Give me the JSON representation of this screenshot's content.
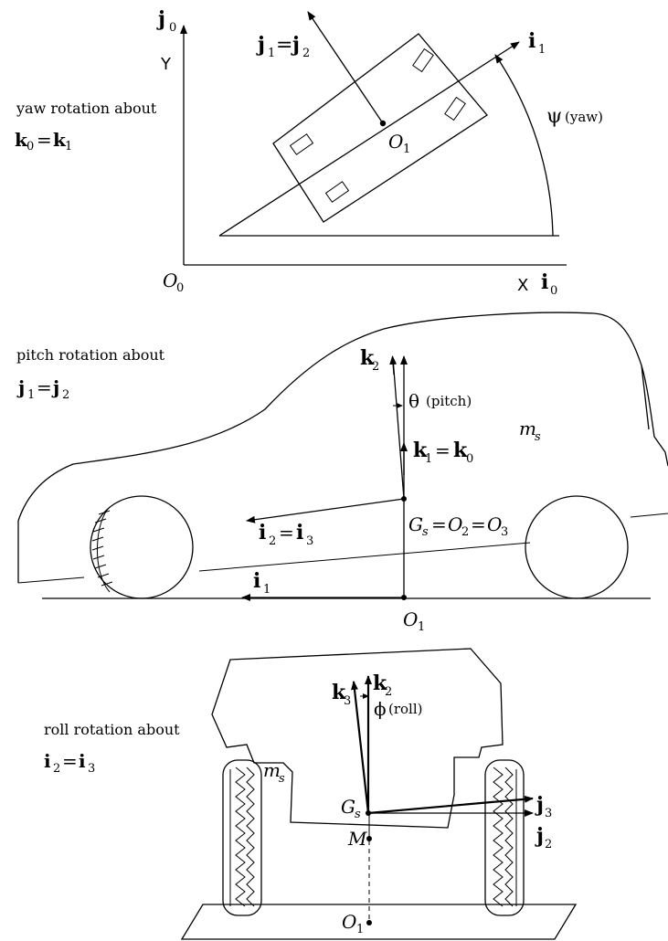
{
  "yaw_panel": {
    "caption_line1": "yaw rotation about",
    "caption_eq_left": "k",
    "caption_eq_left_sub": "0",
    "caption_eq_mid": "=",
    "caption_eq_right": "k",
    "caption_eq_right_sub": "1",
    "axis_j0": "j",
    "axis_j0_sub": "0",
    "axis_Y": "Y",
    "axis_X": "X",
    "axis_i0": "i",
    "axis_i0_sub": "0",
    "origin": "O",
    "origin_sub": "0",
    "vec_j1": "j",
    "vec_j1_sub": "1",
    "vec_j2": "j",
    "vec_j2_sub": "2",
    "equals": "=",
    "vec_i1": "i",
    "vec_i1_sub": "1",
    "point_O1": "O",
    "point_O1_sub": "1",
    "angle_symbol": "ψ",
    "angle_label": "(yaw)"
  },
  "pitch_panel": {
    "caption_line1": "pitch rotation about",
    "caption_eq_left": "j",
    "caption_eq_left_sub": "1",
    "caption_eq_mid": "=",
    "caption_eq_right": "j",
    "caption_eq_right_sub": "2",
    "vec_k2": "k",
    "vec_k2_sub": "2",
    "angle_symbol": "θ",
    "angle_label": "(pitch)",
    "vec_k1": "k",
    "vec_k1_sub": "1",
    "vec_k0": "k",
    "vec_k0_sub": "0",
    "mass": "m",
    "mass_sub": "s",
    "point_Gs": "G",
    "point_Gs_sub": "s",
    "point_O2": "O",
    "point_O2_sub": "2",
    "point_O3": "O",
    "point_O3_sub": "3",
    "vec_i2": "i",
    "vec_i2_sub": "2",
    "vec_i3": "i",
    "vec_i3_sub": "3",
    "vec_i1": "i",
    "vec_i1_sub": "1",
    "point_O1": "O",
    "point_O1_sub": "1",
    "equals": "="
  },
  "roll_panel": {
    "caption_line1": "roll rotation about",
    "caption_eq_left": "i",
    "caption_eq_left_sub": "2",
    "caption_eq_mid": "=",
    "caption_eq_right": "i",
    "caption_eq_right_sub": "3",
    "vec_k3": "k",
    "vec_k3_sub": "3",
    "vec_k2": "k",
    "vec_k2_sub": "2",
    "angle_symbol": "ϕ",
    "angle_label": "(roll)",
    "mass": "m",
    "mass_sub": "s",
    "vec_j3": "j",
    "vec_j3_sub": "3",
    "vec_j2": "j",
    "vec_j2_sub": "2",
    "point_Gs": "G",
    "point_Gs_sub": "s",
    "point_M": "M",
    "point_O1": "O",
    "point_O1_sub": "1"
  }
}
